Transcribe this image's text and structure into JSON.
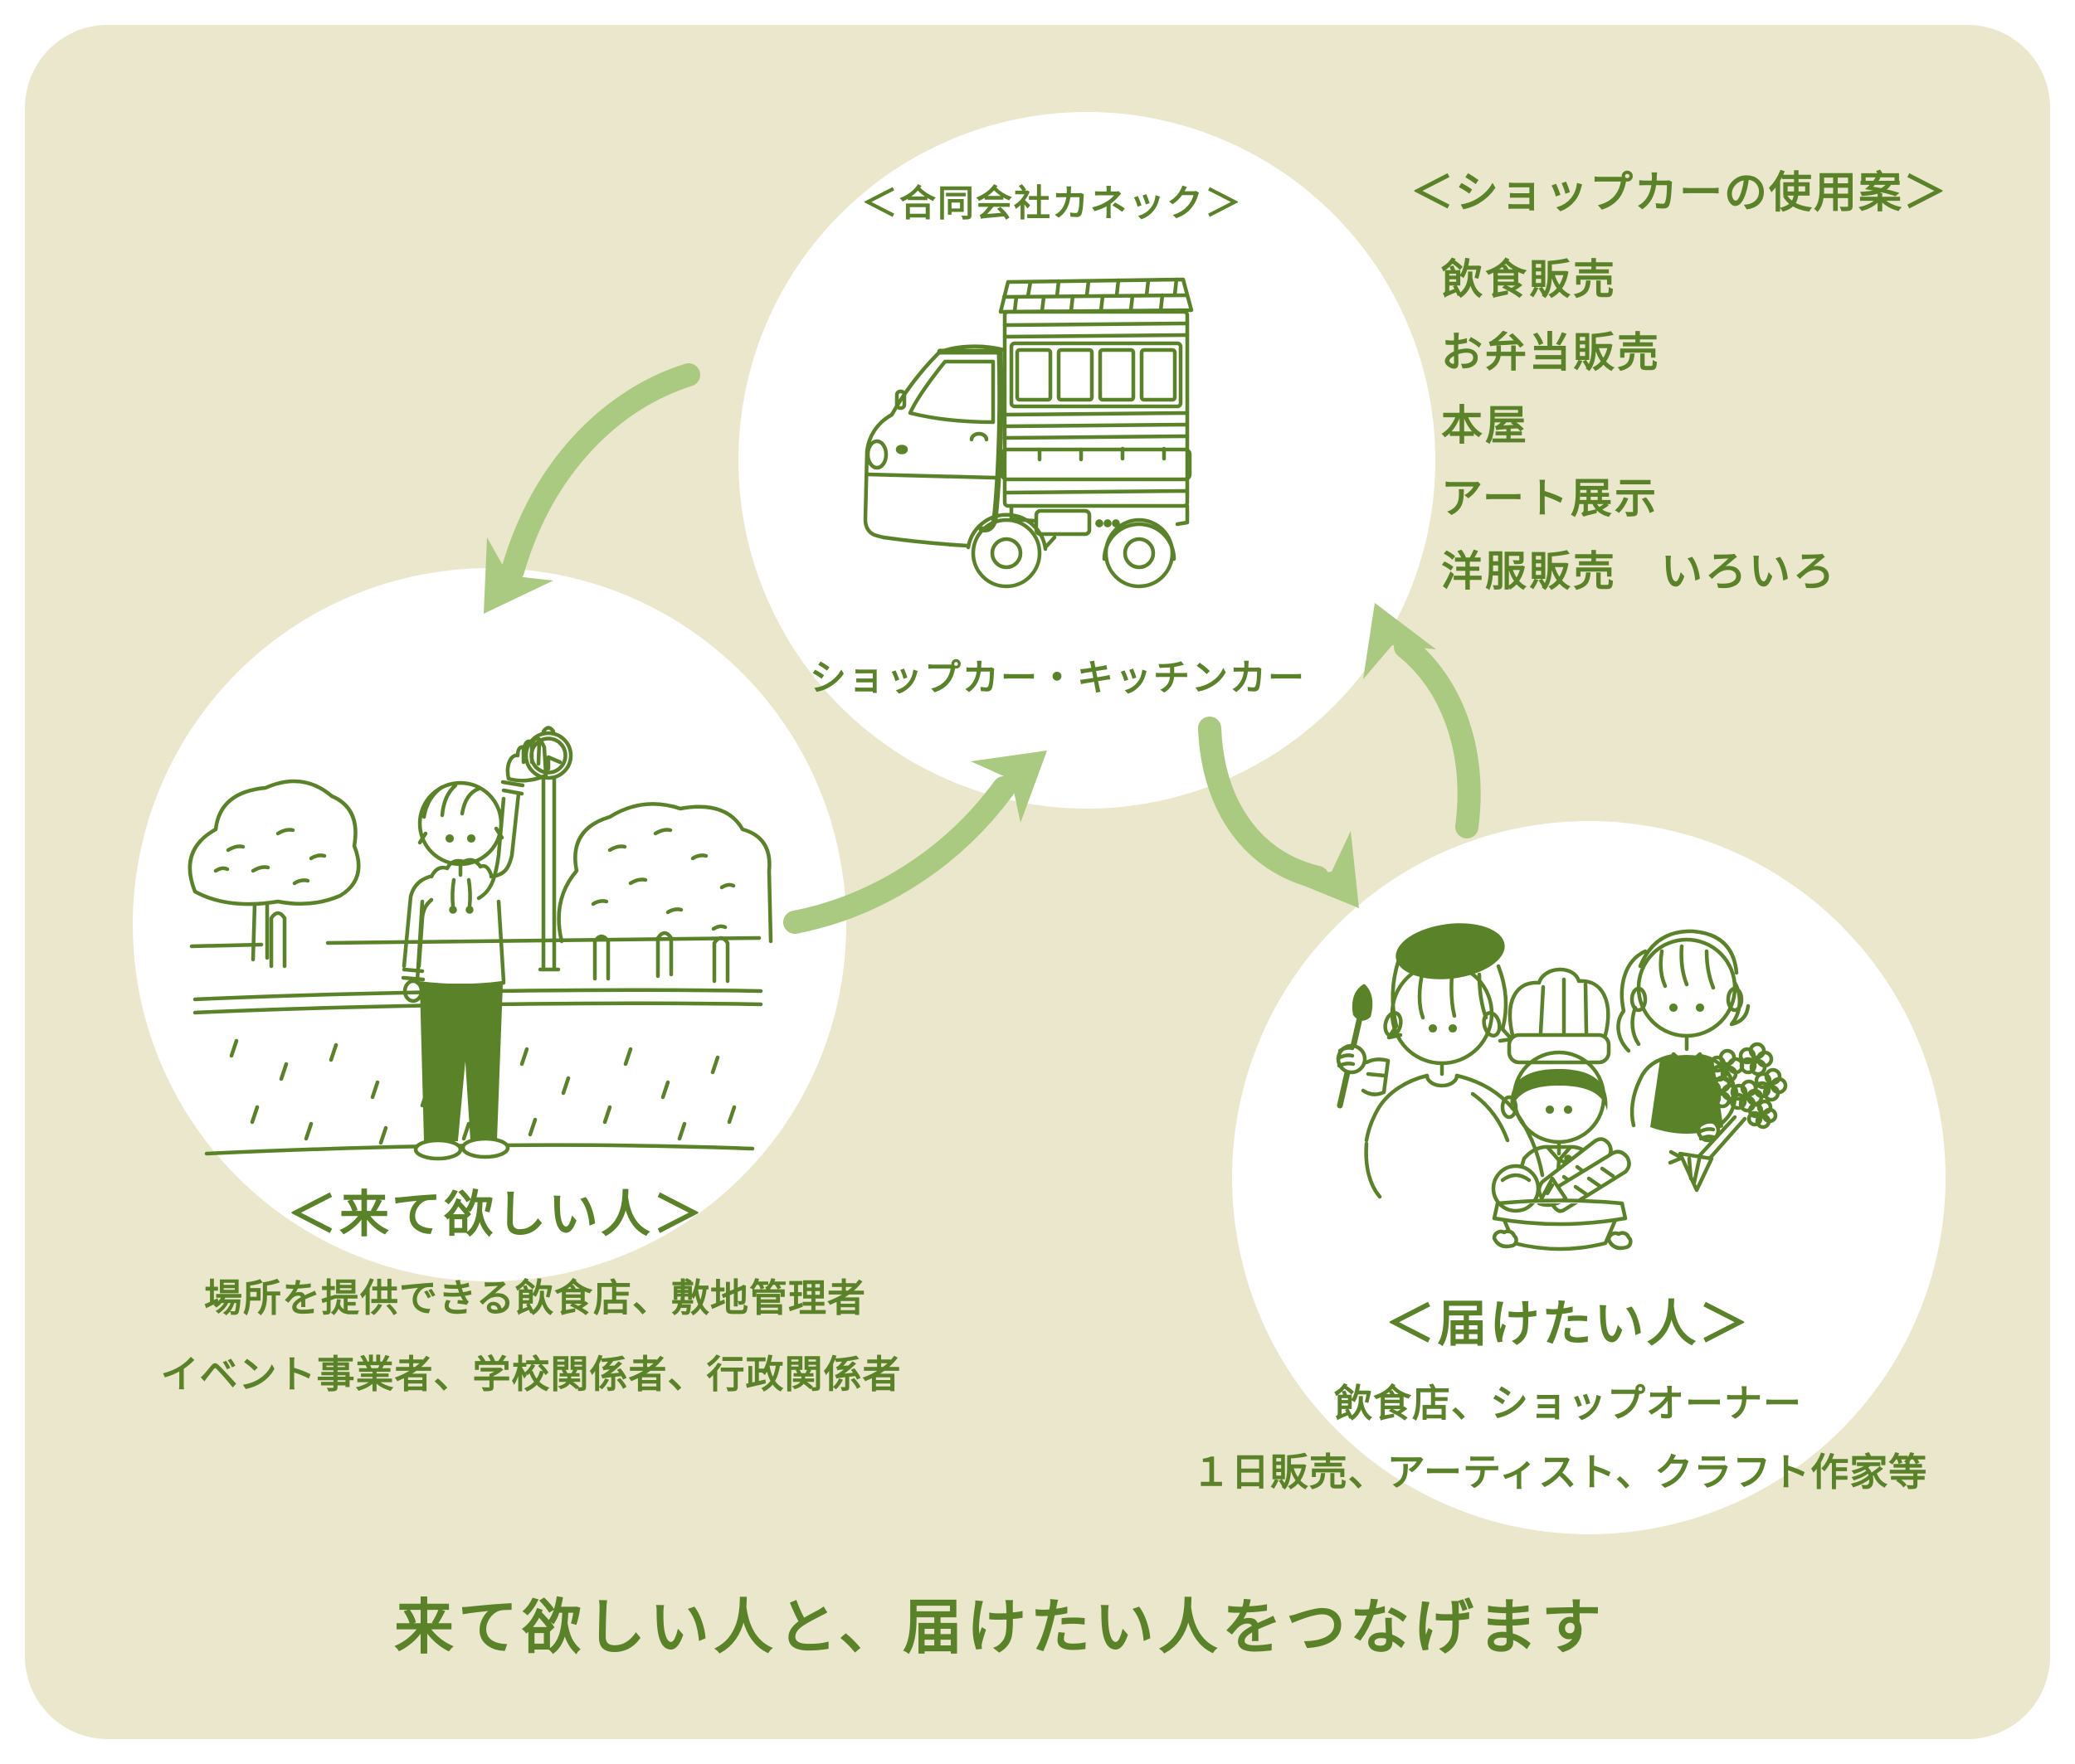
{
  "colors": {
    "page_background": "#ffffff",
    "panel_background": "#ebe7cc",
    "ink_green": "#5a8228",
    "arrow_green": "#abca81"
  },
  "top_circle": {
    "title": "＜合同会社カネック＞",
    "caption": "ショップカー・キッチンカー",
    "illustration": "kei-truck-shop-car"
  },
  "usage_list": {
    "heading": "＜ショップカーの使用案＞",
    "items": [
      "飲食販売",
      "お弁当販売",
      "本屋",
      "アート展示",
      "洋服販売　いろいろ"
    ]
  },
  "left_circle": {
    "title": "＜来て欲しい人＞",
    "description_lines": [
      "場所を提供できる飲食店、敷地管理者",
      "イベント事業者、学校関係者、行政関係者"
    ],
    "illustration": "person-waving-at-clock-post"
  },
  "right_circle": {
    "title": "＜届けたい人＞",
    "description_lines": [
      "飲食店、ショップオーナー",
      "１日販売、アーティスト、クラフト作家等"
    ],
    "illustration": "artist-baker-florist"
  },
  "footer": {
    "tagline": "来て欲しい人と、届けたい人をつなげます"
  }
}
